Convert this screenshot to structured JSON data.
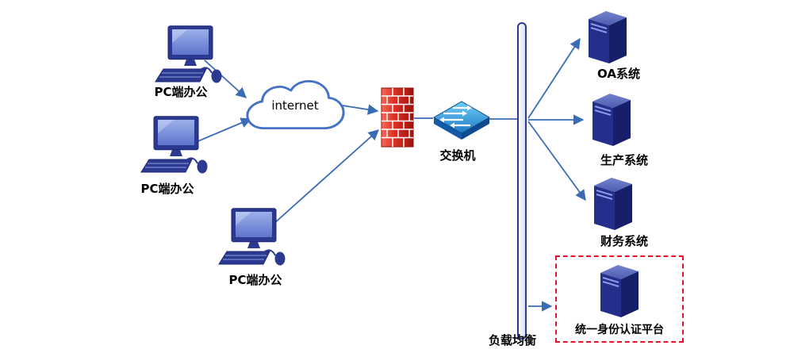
{
  "diagram": {
    "clients": [
      {
        "label": "PC端办公"
      },
      {
        "label": "PC端办公"
      },
      {
        "label": "PC端办公"
      }
    ],
    "internet": {
      "label": "internet"
    },
    "firewall": {
      "icon": "firewall-brick-wall"
    },
    "switch": {
      "label": "交换机"
    },
    "load_balancer": {
      "label": "负载均衡"
    },
    "servers": [
      {
        "label": "OA系统"
      },
      {
        "label": "生产系统"
      },
      {
        "label": "财务系统"
      }
    ],
    "auth_platform": {
      "label": "统一身份认证平台"
    },
    "colors": {
      "line": "#3a6bb5",
      "client_navy": "#2b3990",
      "screen_blue": "#7c8fd8",
      "cloud_stroke": "#4472c4",
      "firewall_red": "#d32f2f",
      "switch_top_blue": "#58c6f2",
      "switch_side_blue": "#1559a8",
      "server_navy": "#232f8b",
      "highlight_dashed_red": "#e8112d",
      "label_text": "#000000"
    }
  }
}
